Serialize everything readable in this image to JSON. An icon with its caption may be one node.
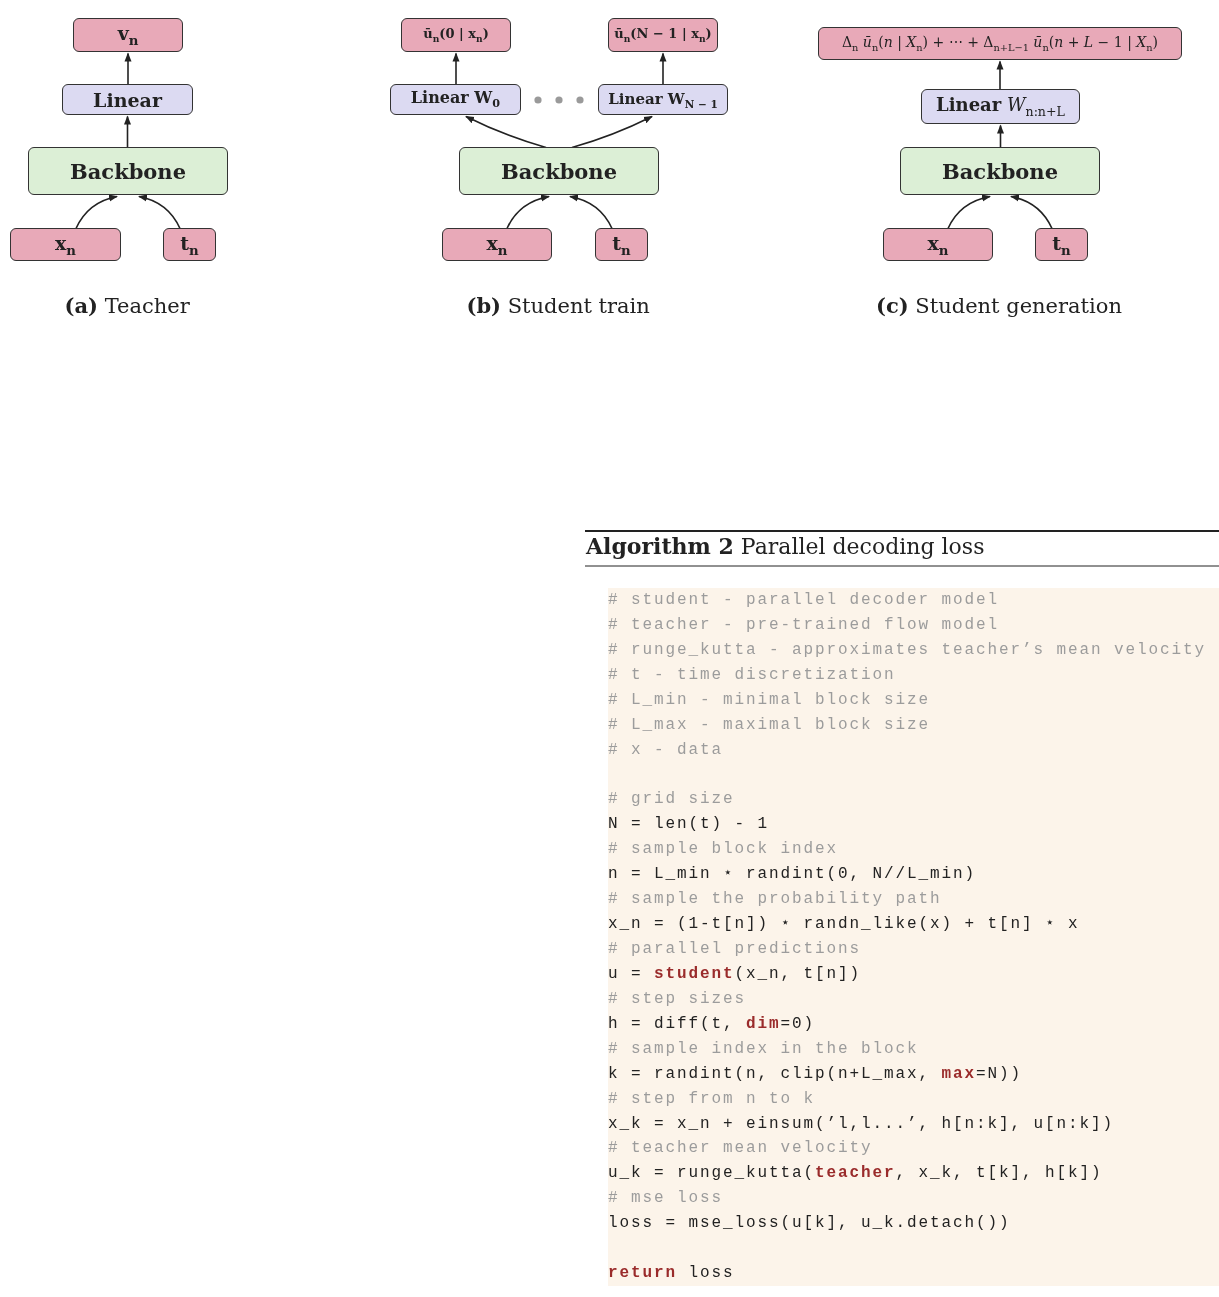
{
  "diagram": {
    "nodes": [
      {
        "text": [
          "v$_{n}$"
        ]
      },
      {
        "text": [
          "Linear"
        ]
      },
      {
        "text": [
          "Backbone"
        ]
      },
      {
        "text": [
          "x$_{n}$"
        ]
      },
      {
        "text": [
          "t$_{n}$"
        ]
      },
      {
        "text": [
          "ū$_{n}$(0 | x$_{n}$)"
        ]
      },
      {
        "text": [
          "ū$_{n}$(N − 1 | x$_{n}$)"
        ]
      },
      {
        "text": [
          "Linear W$_{0}$"
        ]
      },
      {
        "text": [
          "Linear W$_{N − 1}$"
        ]
      },
      {
        "text": [
          "Backbone"
        ]
      },
      {
        "text": [
          "x$_{n}$"
        ]
      },
      {
        "text": [
          "t$_{n}$"
        ]
      },
      {
        "text": [
          "Δ$_{n}$ *ū*$_{n}$(*n* | *X*$_{n}$) + ⋯ + Δ$_{n+L−1}$ *ū*$_{n}$(*n* + *L* − 1 | *X*$_{n}$)"
        ]
      },
      {
        "text": [
          "**Linear** *W*$_{n:n+L}$"
        ]
      },
      {
        "text": [
          "Backbone"
        ]
      },
      {
        "text": [
          "x$_{n}$"
        ]
      },
      {
        "text": [
          "t$_{n}$"
        ]
      }
    ],
    "edges": [
      {
        "from": 3,
        "to": 2,
        "arrow": "to"
      },
      {
        "from": 4,
        "to": 2,
        "arrow": "to"
      },
      {
        "from": 2,
        "to": 1,
        "arrow": "to"
      },
      {
        "from": 1,
        "to": 0,
        "arrow": "to"
      },
      {
        "from": 10,
        "to": 9,
        "arrow": "to"
      },
      {
        "from": 11,
        "to": 9,
        "arrow": "to"
      },
      {
        "from": 9,
        "to": 7,
        "arrow": "to"
      },
      {
        "from": 9,
        "to": 8,
        "arrow": "to"
      },
      {
        "from": 7,
        "to": 5,
        "arrow": "to"
      },
      {
        "from": 8,
        "to": 6,
        "arrow": "to"
      },
      {
        "from": 15,
        "to": 14,
        "arrow": "to"
      },
      {
        "from": 16,
        "to": 14,
        "arrow": "to"
      },
      {
        "from": 14,
        "to": 13,
        "arrow": "to"
      },
      {
        "from": 13,
        "to": 12,
        "arrow": "to"
      }
    ],
    "labels": [
      "**(a)** Teacher",
      "**(b)** Student train",
      "**(c)** Student generation",
      "**Algorithm 2** Parallel decoding loss",
      "# student - parallel decoder model",
      "# teacher - pre-trained flow model",
      "# runge_kutta - approximates teacher’s mean velocity",
      "# t - time discretization",
      "# L_min - minimal block size",
      "# L_max - maximal block size",
      "# x - data",
      "# grid size",
      "N = len(t) - 1",
      "# sample block index",
      "n = L_min ⋆ randint(0, N//L_min)",
      "# sample the probability path",
      "x_n = (1-t[n]) ⋆ randn_like(x) + t[n] ⋆ x",
      "# parallel predictions",
      "u = **student**(x_n, t[n])",
      "# step sizes",
      "h = diff(t, **dim**=0)",
      "# sample index in the block",
      "k = randint(n, clip(n+L_max, **max**=N))",
      "# step from n to k",
      "x_k = x_n + einsum(’l,l...’, h[n:k], u[n:k])",
      "# teacher mean velocity",
      "u_k = runge_kutta(**teacher**, x_k, t[k], h[k])",
      "# mse loss",
      "loss = mse_loss(u[k], u_k.detach())",
      "**return** loss"
    ]
  }
}
